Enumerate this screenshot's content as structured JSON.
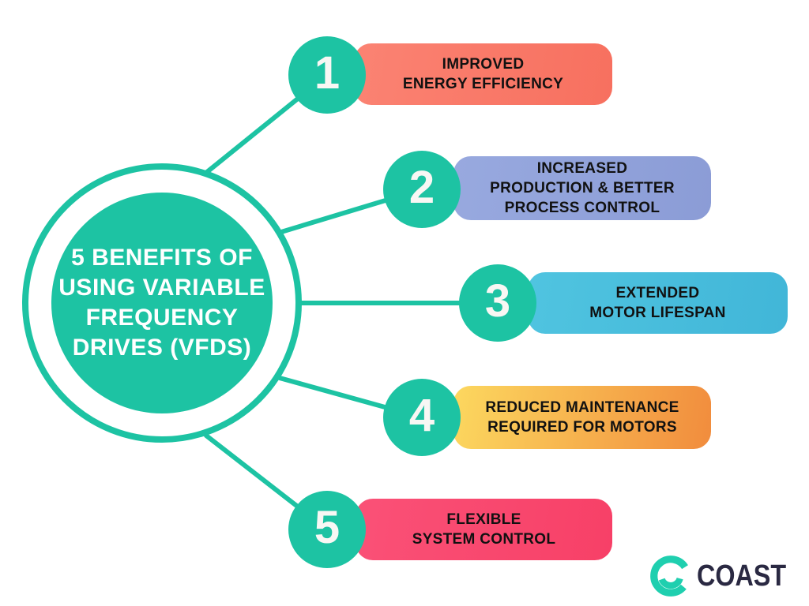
{
  "center": {
    "title_lines": [
      "5 BENEFITS OF",
      "USING VARIABLE",
      "FREQUENCY",
      "DRIVES (VFDS)"
    ]
  },
  "items": [
    {
      "number": "1",
      "label_lines": [
        "IMPROVED",
        "ENERGY EFFICIENCY"
      ],
      "color_start": "#FB8373",
      "color_end": "#F7705F"
    },
    {
      "number": "2",
      "label_lines": [
        "INCREASED",
        "PRODUCTION & BETTER",
        "PROCESS CONTROL"
      ],
      "color_start": "#98A9DF",
      "color_end": "#8B9CD6"
    },
    {
      "number": "3",
      "label_lines": [
        "EXTENDED",
        "MOTOR LIFESPAN"
      ],
      "color_start": "#50C4E0",
      "color_end": "#41B6D8"
    },
    {
      "number": "4",
      "label_lines": [
        "REDUCED MAINTENANCE",
        "REQUIRED FOR MOTORS"
      ],
      "color_start": "#FCD85F",
      "color_end": "#F18C3D"
    },
    {
      "number": "5",
      "label_lines": [
        "FLEXIBLE",
        "SYSTEM CONTROL"
      ],
      "color_start": "#FA5177",
      "color_end": "#F74067"
    }
  ],
  "logo": {
    "text": "COAST"
  },
  "colors": {
    "teal": "#1DC3A3",
    "logo_teal": "#1FCFAF",
    "navy": "#2A2942",
    "bar_text": "#111111",
    "background": "#FFFFFF"
  }
}
